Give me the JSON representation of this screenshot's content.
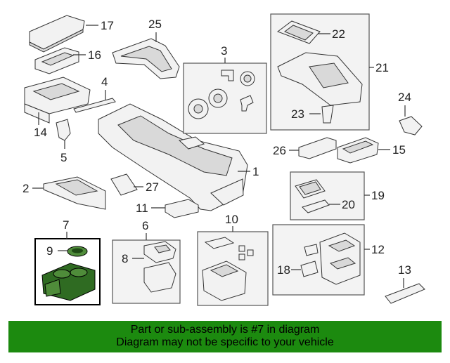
{
  "callouts": {
    "c1": "1",
    "c2": "2",
    "c3": "3",
    "c4": "4",
    "c5": "5",
    "c6": "6",
    "c7": "7",
    "c8": "8",
    "c9": "9",
    "c10": "10",
    "c11": "11",
    "c12": "12",
    "c13": "13",
    "c14": "14",
    "c15": "15",
    "c16": "16",
    "c17": "17",
    "c18": "18",
    "c19": "19",
    "c20": "20",
    "c21": "21",
    "c22": "22",
    "c23": "23",
    "c24": "24",
    "c25": "25",
    "c26": "26",
    "c27": "27"
  },
  "highlight_color": "#2f6b22",
  "banner": {
    "line1": "Part or sub-assembly is #7 in diagram",
    "line2": "Diagram may not be specific to your vehicle",
    "background": "#1c8a0f"
  }
}
